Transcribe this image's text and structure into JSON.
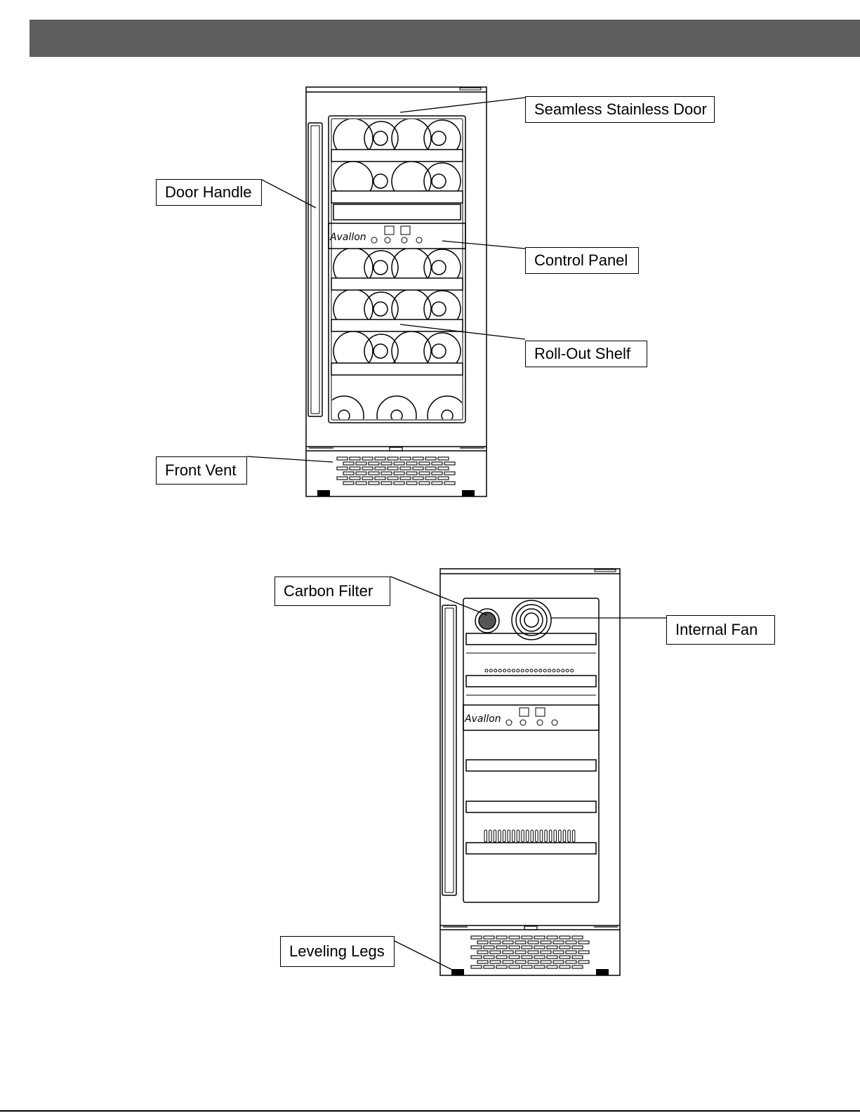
{
  "callouts": {
    "seamless_door": "Seamless Stainless Door",
    "door_handle": "Door Handle",
    "control_panel": "Control Panel",
    "rollout_shelf": "Roll-Out Shelf",
    "front_vent": "Front Vent",
    "carbon_filter": "Carbon Filter",
    "internal_fan": "Internal Fan",
    "leveling_legs": "Leveling Legs"
  },
  "brand": {
    "logo_text": "Avallon",
    "logo_text_2": "Avallon"
  },
  "colors": {
    "header": "#5e5e5e",
    "line": "#000000"
  }
}
